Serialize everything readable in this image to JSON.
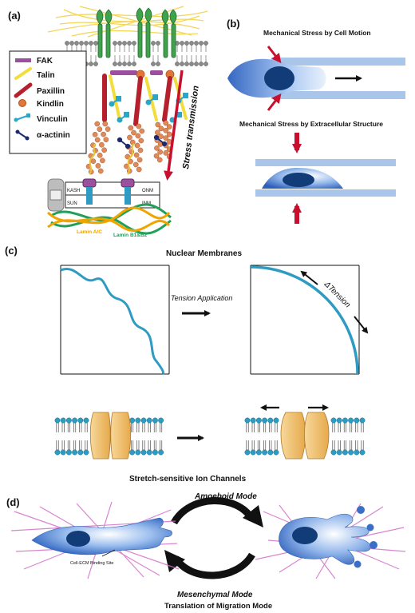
{
  "panels": {
    "a": {
      "letter": "(a)",
      "legend": [
        {
          "label": "FAK",
          "icon": "fak-bar-icon",
          "color": "#9b4f9e"
        },
        {
          "label": "Talin",
          "icon": "talin-rod-icon",
          "color": "#f2dd3c"
        },
        {
          "label": "Paxillin",
          "icon": "paxillin-rod-icon",
          "color": "#b5202c"
        },
        {
          "label": "Kindlin",
          "icon": "kindlin-dot-icon",
          "color": "#e0773a"
        },
        {
          "label": "Vinculin",
          "icon": "vinculin-icon",
          "color": "#2aa6c9"
        },
        {
          "label": "α-actinin",
          "icon": "alpha-actinin-icon",
          "color": "#1b2a6e"
        }
      ],
      "stress_label": "Stress transmission",
      "complex_labels": {
        "kash": "KASH",
        "sun": "SUN",
        "onm": "ONM",
        "inm": "INM"
      },
      "lamin_ac": "Lamin A/C",
      "lamin_b": "Lamin B1&B2"
    },
    "b": {
      "letter": "(b)",
      "motion_title": "Mechanical Stress by Cell Motion",
      "ecm_title": "Mechanical Stress by Extracellular Structure"
    },
    "c": {
      "letter": "(c)",
      "membranes_title": "Nuclear Membranes",
      "tension_application": "Tension Application",
      "delta_tension": "ΔTension",
      "channels_title": "Stretch-sensitive Ion Channels"
    },
    "d": {
      "letter": "(d)",
      "amoeboid": "Amoeboid Mode",
      "mesenchymal": "Mesenchymal Mode",
      "translation": "Translation of Migration Mode",
      "binding_site": "Cell-ECM Binding Site"
    }
  },
  "colors": {
    "membrane_blue": "#2e9bc2",
    "arrow_red": "#c8102e",
    "ecm_green": "#6aa84f",
    "nucleus": "#123c78",
    "cell_blue": "#5b8fd8",
    "fiber_pink": "#d270c8",
    "channel": "#f1c27d",
    "lamin_ac": "#f0a400",
    "lamin_b": "#21a05a"
  }
}
